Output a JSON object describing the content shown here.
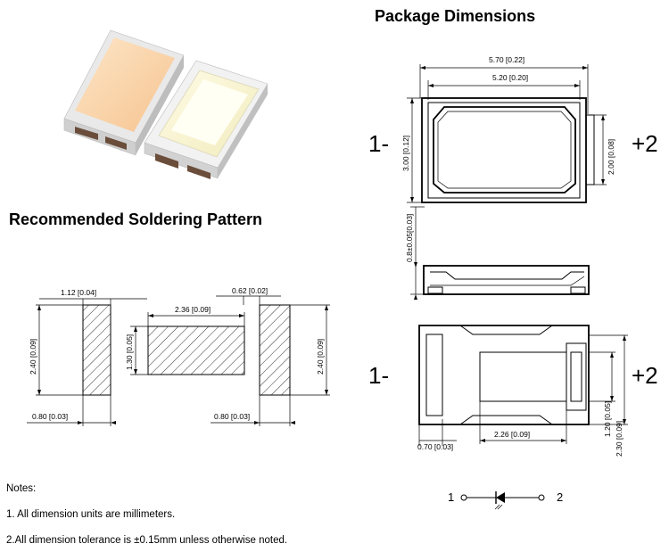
{
  "titles": {
    "package": "Package Dimensions",
    "soldering": "Recommended Soldering Pattern"
  },
  "package": {
    "outer_width": "5.70 [0.22]",
    "inner_width": "5.20 [0.20]",
    "height": "3.00 [0.12]",
    "pad_height": "2.00 [0.08]",
    "thickness": "0.8±0.05[0.03]",
    "pin_minus": "1-",
    "pin_plus": "+2",
    "bottom_pin_minus": "1-",
    "bottom_pin_plus": "+2",
    "bottom_small_pad": "0.70 [0.03]",
    "bottom_width": "2.26 [0.09]",
    "bottom_pad_height": "1.20 [0.05]",
    "bottom_height": "2.30 [0.09]"
  },
  "soldering": {
    "pad_width_top": "1.12 [0.04]",
    "gap_width": "0.62 [0.02]",
    "center_width": "2.36 [0.09]",
    "left_height": "2.40 [0.09]",
    "center_height": "1.30 [0.05]",
    "right_height": "2.40 [0.09]",
    "left_pad_width": "0.80 [0.03]",
    "right_pad_width": "0.80 [0.03]"
  },
  "symbol": {
    "pin1": "1",
    "pin2": "2"
  },
  "notes": {
    "heading": "Notes:",
    "items": [
      "1. All dimension units are millimeters.",
      "2.All dimension tolerance is ±0.15mm unless otherwise noted."
    ]
  }
}
